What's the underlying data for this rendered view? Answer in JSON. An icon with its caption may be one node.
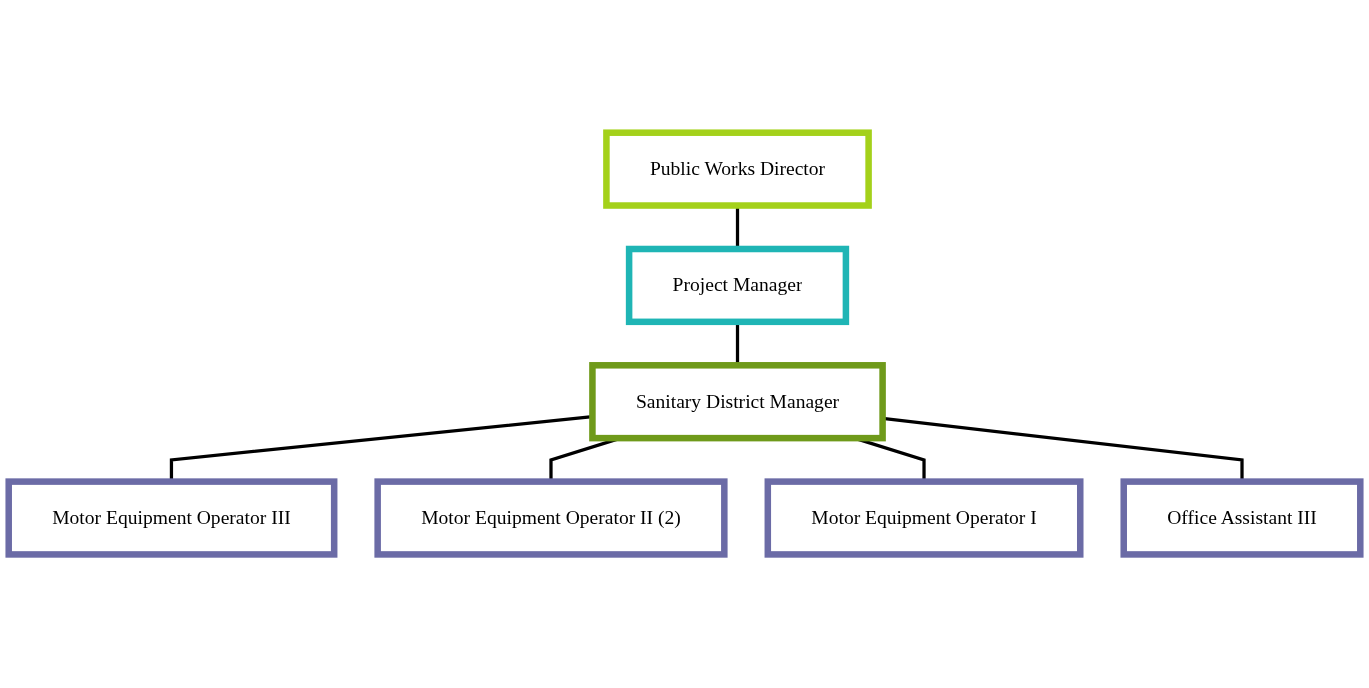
{
  "diagram": {
    "nodes": [
      {
        "text": [
          "Public Works Director"
        ]
      },
      {
        "text": [
          "Project Manager"
        ]
      },
      {
        "text": [
          "Sanitary District Manager"
        ]
      },
      {
        "text": [
          "Motor Equipment Operator III"
        ]
      },
      {
        "text": [
          "Motor Equipment Operator II (2)"
        ]
      },
      {
        "text": [
          "Motor Equipment Operator I"
        ]
      },
      {
        "text": [
          "Office Assistant III"
        ]
      }
    ],
    "edges": [
      {
        "from": 0,
        "to": 1,
        "arrow": "none"
      },
      {
        "from": 1,
        "to": 2,
        "arrow": "none"
      },
      {
        "from": 2,
        "to": 3,
        "arrow": "none"
      },
      {
        "from": 2,
        "to": 4,
        "arrow": "none"
      },
      {
        "from": 2,
        "to": 5,
        "arrow": "none"
      },
      {
        "from": 2,
        "to": 6,
        "arrow": "none"
      }
    ]
  }
}
